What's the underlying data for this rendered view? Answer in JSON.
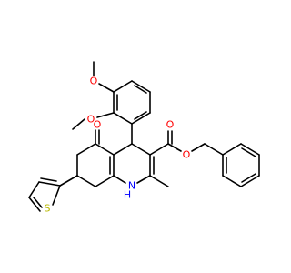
{
  "atoms": {
    "methoxy_top": {
      "o": "O",
      "ch3": ""
    },
    "methoxy_mid": {
      "o": "O",
      "ch3": ""
    },
    "ester": {
      "carbonyl_o": "O",
      "ether_o": "O"
    },
    "ketone": {
      "o": "O"
    },
    "amine": {
      "n": "N",
      "h": "H"
    },
    "thiophene": {
      "s": "S"
    }
  },
  "colors": {
    "bond": "#000000",
    "oxygen": "#ff0000",
    "nitrogen": "#0000ff",
    "sulfur": "#b8b800"
  }
}
